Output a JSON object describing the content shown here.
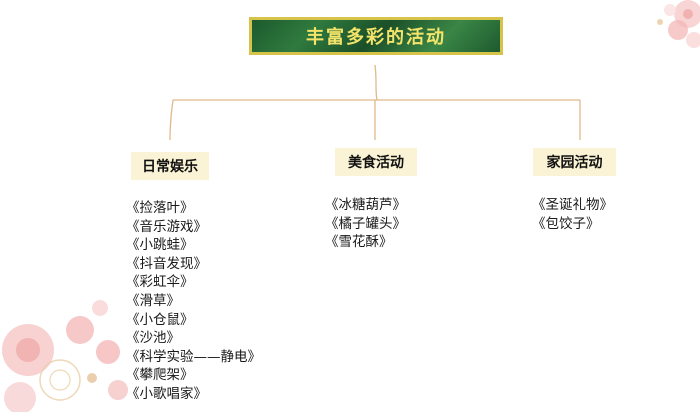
{
  "title": "丰富多彩的活动",
  "colors": {
    "title_bg": "#2a6b38",
    "title_border": "#d7c24a",
    "title_text": "#f5e46a",
    "connector": "#e0b98a",
    "category_bg": "#fbf3d5"
  },
  "categories": [
    {
      "label": "日常娱乐",
      "items": [
        "《捡落叶》",
        "《音乐游戏》",
        "《小跳蛙》",
        "《抖音发现》",
        "《彩虹伞》",
        "《滑草》",
        "《小仓鼠》",
        "《沙池》",
        "《科学实验——静电》",
        "《攀爬架》",
        "《小歌唱家》"
      ]
    },
    {
      "label": "美食活动",
      "items": [
        "《冰糖葫芦》",
        "《橘子罐头》",
        "《雪花酥》"
      ]
    },
    {
      "label": "家园活动",
      "items": [
        "《圣诞礼物》",
        "《包饺子》"
      ]
    }
  ]
}
